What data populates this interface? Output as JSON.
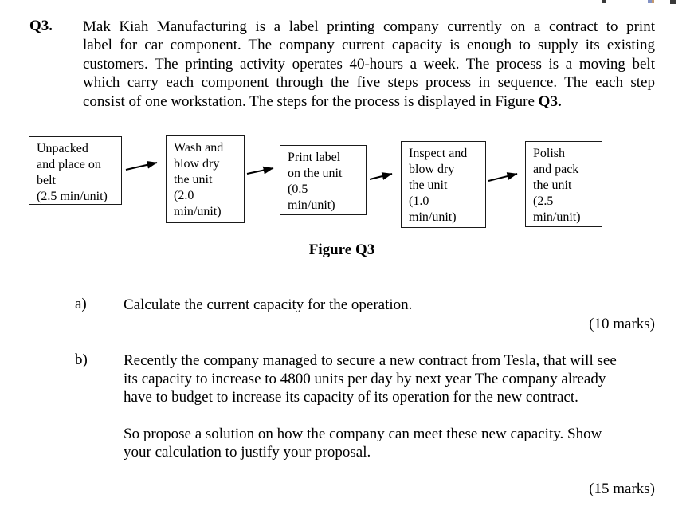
{
  "question": {
    "label": "Q3.",
    "intro_lines": [
      "Mak Kiah Manufacturing is a label printing company currently on a contract to print",
      "label for car component. The company current capacity is enough to supply its existing",
      "customers. The printing activity operates 40-hours a week. The process is a moving belt",
      "which carry each component through the five steps process in sequence. The each step"
    ],
    "intro_last_line": "consist of one workstation. The steps for the process is displayed in Figure ",
    "intro_last_line_bold": "Q3."
  },
  "figure": {
    "caption": "Figure Q3",
    "steps": [
      {
        "text": "Unpacked\nand place on\nbelt\n(2.5 min/unit)"
      },
      {
        "text": "Wash and\nblow dry\nthe unit\n(2.0\nmin/unit)"
      },
      {
        "text": "Print label\non the unit\n(0.5\nmin/unit)"
      },
      {
        "text": "Inspect and\nblow dry\nthe unit\n(1.0\nmin/unit)"
      },
      {
        "text": "Polish\nand pack\nthe unit\n(2.5\nmin/unit)"
      }
    ]
  },
  "part_a": {
    "label": "a)",
    "text": "Calculate the current capacity for the operation.",
    "marks": "(10 marks)"
  },
  "part_b": {
    "label": "b)",
    "para1": "Recently the company managed to secure a new contract from Tesla, that will see\nits capacity to increase to 4800 units per day by next year The company already\nhave to budget to increase its capacity of its operation for the new contract.",
    "para2": "So propose a solution on how the company can meet these new capacity. Show\nyour calculation to justify your proposal.",
    "marks": "(15 marks)"
  }
}
